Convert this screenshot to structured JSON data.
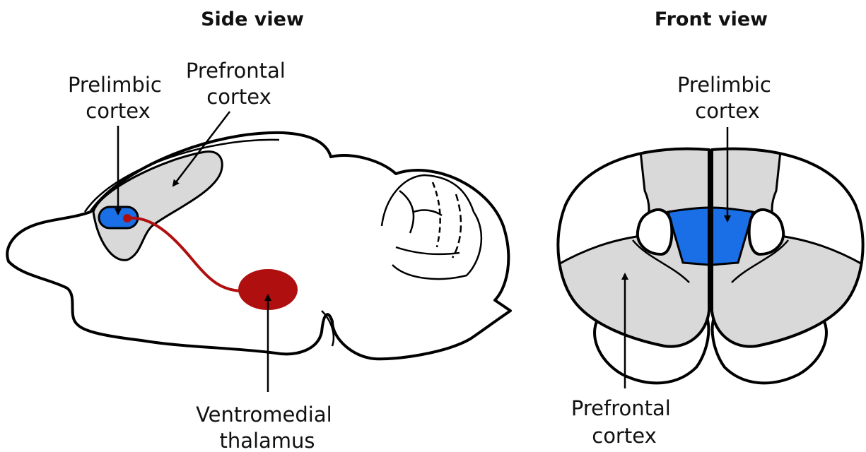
{
  "side_view": {
    "title": "Side view",
    "label_prelimbic": [
      "Prelimbic",
      "cortex"
    ],
    "label_prefrontal": [
      "Prefrontal",
      "cortex"
    ],
    "label_thalamus": [
      "Ventromedial",
      "thalamus"
    ]
  },
  "front_view": {
    "title": "Front view",
    "label_prelimbic": [
      "Prelimbic",
      "cortex"
    ],
    "label_prefrontal": [
      "Prefrontal",
      "cortex"
    ]
  },
  "colors": {
    "prefrontal_fill": "#d9d9d9",
    "prelimbic_fill": "#1a6ee6",
    "thalamus_fill": "#b00f0f",
    "projection_line": "#b00f0f",
    "outline": "#000000"
  }
}
